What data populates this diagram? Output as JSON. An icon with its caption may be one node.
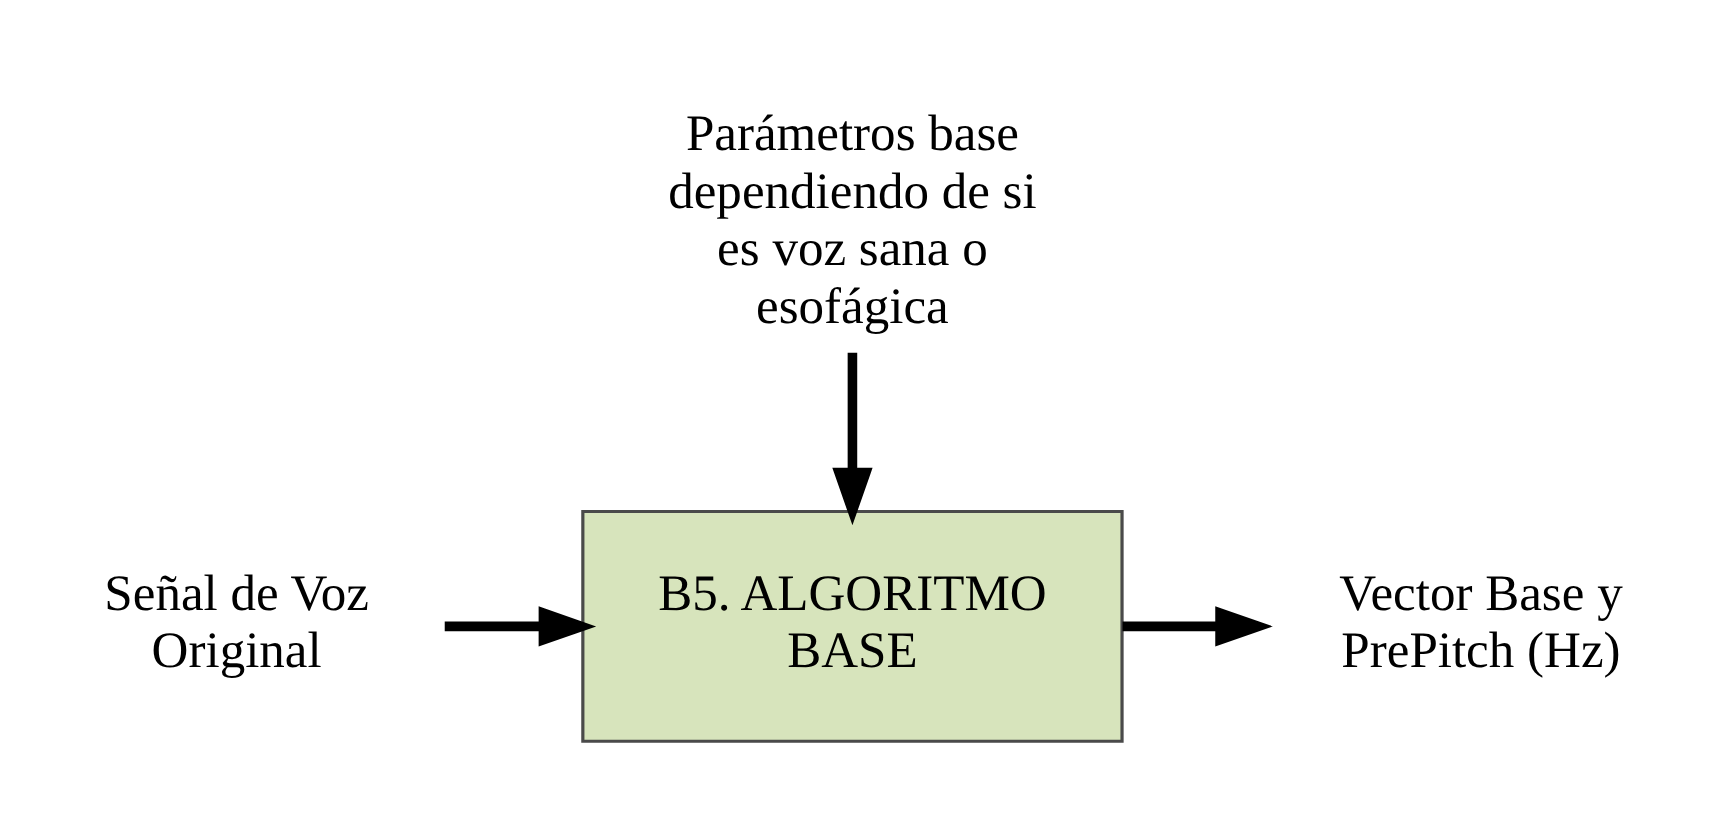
{
  "diagram": {
    "nodes": [
      {
        "text": [
          "Parámetros base dependiendo de si es voz sana o esofágica"
        ]
      },
      {
        "text": [
          "Señal de Voz Original"
        ]
      },
      {
        "text": [
          "B5. ALGORITMO BASE"
        ]
      },
      {
        "text": [
          "Vector Base y PrePitch (Hz)"
        ]
      }
    ],
    "edges": [
      {
        "from": 0,
        "to": 2,
        "arrow": "to"
      },
      {
        "from": 1,
        "to": 2,
        "arrow": "to"
      },
      {
        "from": 2,
        "to": 3,
        "arrow": "to"
      }
    ]
  }
}
